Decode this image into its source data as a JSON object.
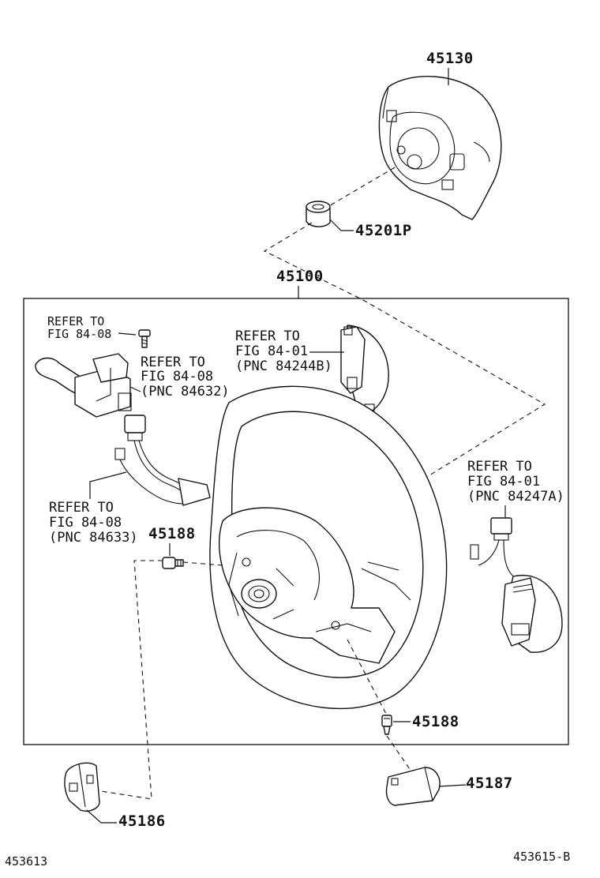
{
  "parts": {
    "p45130": "45130",
    "p45201P": "45201P",
    "p45100": "45100",
    "p45188_left": "45188",
    "p45188_right": "45188",
    "p45187": "45187",
    "p45186": "45186"
  },
  "refs": {
    "top_left": {
      "line1": "REFER TO",
      "line2": "FIG 84-08"
    },
    "switch_left": {
      "line1": "REFER TO",
      "line2": "FIG 84-08",
      "line3": "(PNC 84632)"
    },
    "switch_center": {
      "line1": "REFER TO",
      "line2": "FIG 84-01",
      "line3": "(PNC 84244B)"
    },
    "switch_right": {
      "line1": "REFER TO",
      "line2": "FIG 84-01",
      "line3": "(PNC 84247A)"
    },
    "harness_left": {
      "line1": "REFER TO",
      "line2": "FIG 84-08",
      "line3": "(PNC 84633)"
    }
  },
  "footer": {
    "left_code": "453613",
    "right_code": "453615-B"
  }
}
